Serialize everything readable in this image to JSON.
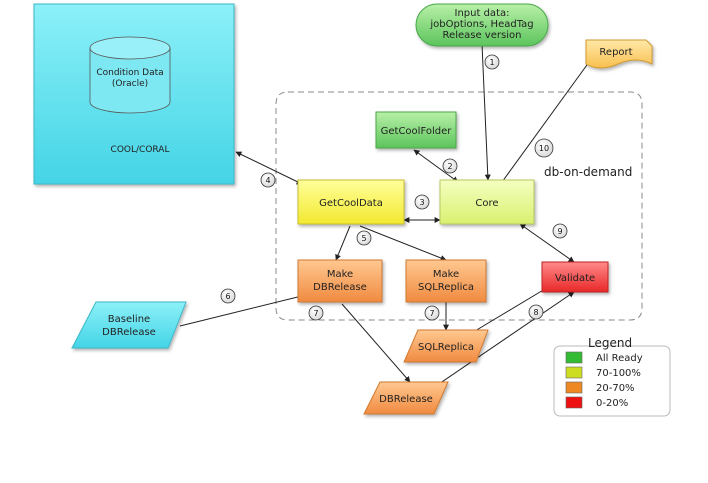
{
  "cool_box": {
    "db_title": "Condition Data",
    "db_subtitle": "(Oracle)",
    "label": "COOL/CORAL"
  },
  "input": {
    "line1": "Input data:",
    "line2": "jobOptions, HeadTag",
    "line3": "Release version"
  },
  "report": "Report",
  "getcoolfolder": "GetCoolFolder",
  "getcooldata": "GetCoolData",
  "core": "Core",
  "dbondemand": "db-on-demand",
  "make_dbrelease": {
    "line1": "Make",
    "line2": "DBRelease"
  },
  "make_sqlreplica": {
    "line1": "Make",
    "line2": "SQLReplica"
  },
  "validate": "Validate",
  "baseline": {
    "line1": "Baseline",
    "line2": "DBRelease"
  },
  "sqlreplica": "SQLReplica",
  "dbrelease": "DBRelease",
  "steps": [
    "1",
    "2",
    "3",
    "4",
    "5",
    "6",
    "7",
    "7",
    "8",
    "9",
    "10"
  ],
  "legend": {
    "title": "Legend",
    "items": [
      {
        "label": "All Ready",
        "color": "#33bb33"
      },
      {
        "label": "70-100%",
        "color": "#ccdd22"
      },
      {
        "label": "20-70%",
        "color": "#ee8822"
      },
      {
        "label": "0-20%",
        "color": "#ee1111"
      }
    ]
  },
  "colors": {
    "cyan": "#66e0ee",
    "green": "#66cc66",
    "yellow": "#eeee44",
    "lime": "#dff090",
    "orange": "#f4a060",
    "red": "#f04848",
    "report": "#fcd070"
  }
}
